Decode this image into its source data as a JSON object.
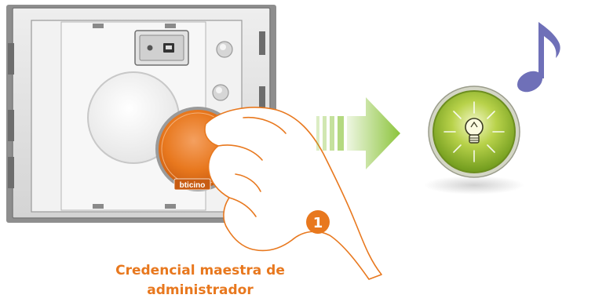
{
  "caption": {
    "line1": "Credencial maestra de",
    "line2": "administrador"
  },
  "step_badge": "1",
  "card_brand": "bticino",
  "colors": {
    "accent_orange": "#e8781e",
    "arrow_green": "#8cc43c",
    "indicator_green": "#8db32a",
    "music_note_purple": "#6f70b8"
  },
  "icons": [
    "intercom-panel",
    "usb-port-icon",
    "hand-icon",
    "arrow-right-icon",
    "light-bulb-icon",
    "music-note-icon"
  ]
}
